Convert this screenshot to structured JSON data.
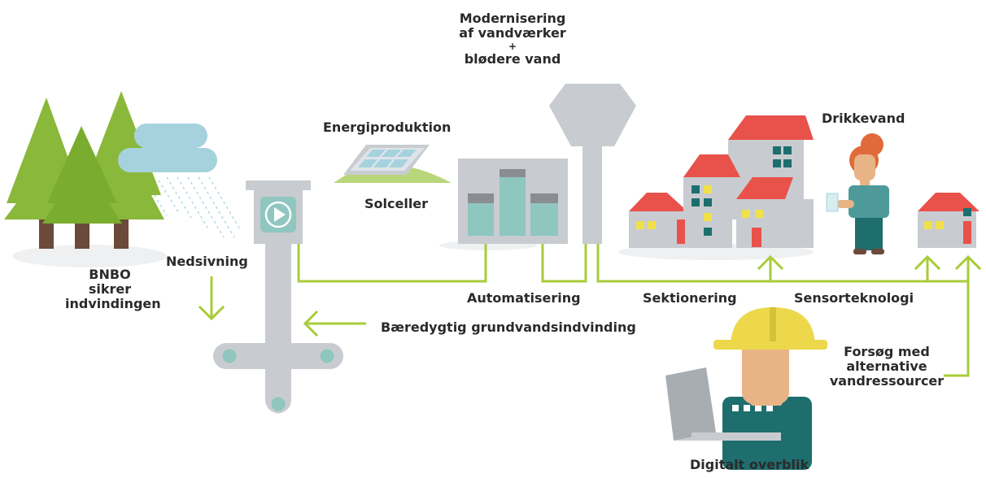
{
  "labels": {
    "bnbo": [
      "BNBO",
      "sikrer",
      "indvindingen"
    ],
    "nedsivning": "Nedsivning",
    "energiproduktion": "Energiproduktion",
    "solceller": "Solceller",
    "modernisering": [
      "Modernisering",
      "af vandværker",
      "+",
      "blødere vand"
    ],
    "drikkevand": "Drikkevand",
    "automatisering": "Automatisering",
    "sektionering": "Sektionering",
    "sensorteknologi": "Sensorteknologi",
    "baeredygtig": "Bæredygtig grundvandsindvinding",
    "forsoeg": [
      "Forsøg med",
      "alternative",
      "vandressourcer"
    ],
    "digitalt": "Digitalt overblik"
  },
  "icons": [
    "forest-icon",
    "rain-cloud-icon",
    "water-pump-icon",
    "solar-panel-icon",
    "waterworks-tanks-icon",
    "water-tower-icon",
    "houses-icon",
    "woman-with-water-glass-icon",
    "small-house-icon",
    "engineer-with-laptop-icon"
  ],
  "colors": {
    "tree_green": "#8ab83a",
    "pipe_green": "#a8cc3a",
    "gray": "#c8ccd0",
    "roof_red": "#e8524a",
    "window_teal": "#1e6e6e",
    "window_yellow": "#f0e04a",
    "cloud_blue": "#a6d2de",
    "water_teal": "#8fc6c0",
    "helmet_yellow": "#ecd84a",
    "skin": "#e8b486",
    "hair_orange": "#e06a3a"
  }
}
